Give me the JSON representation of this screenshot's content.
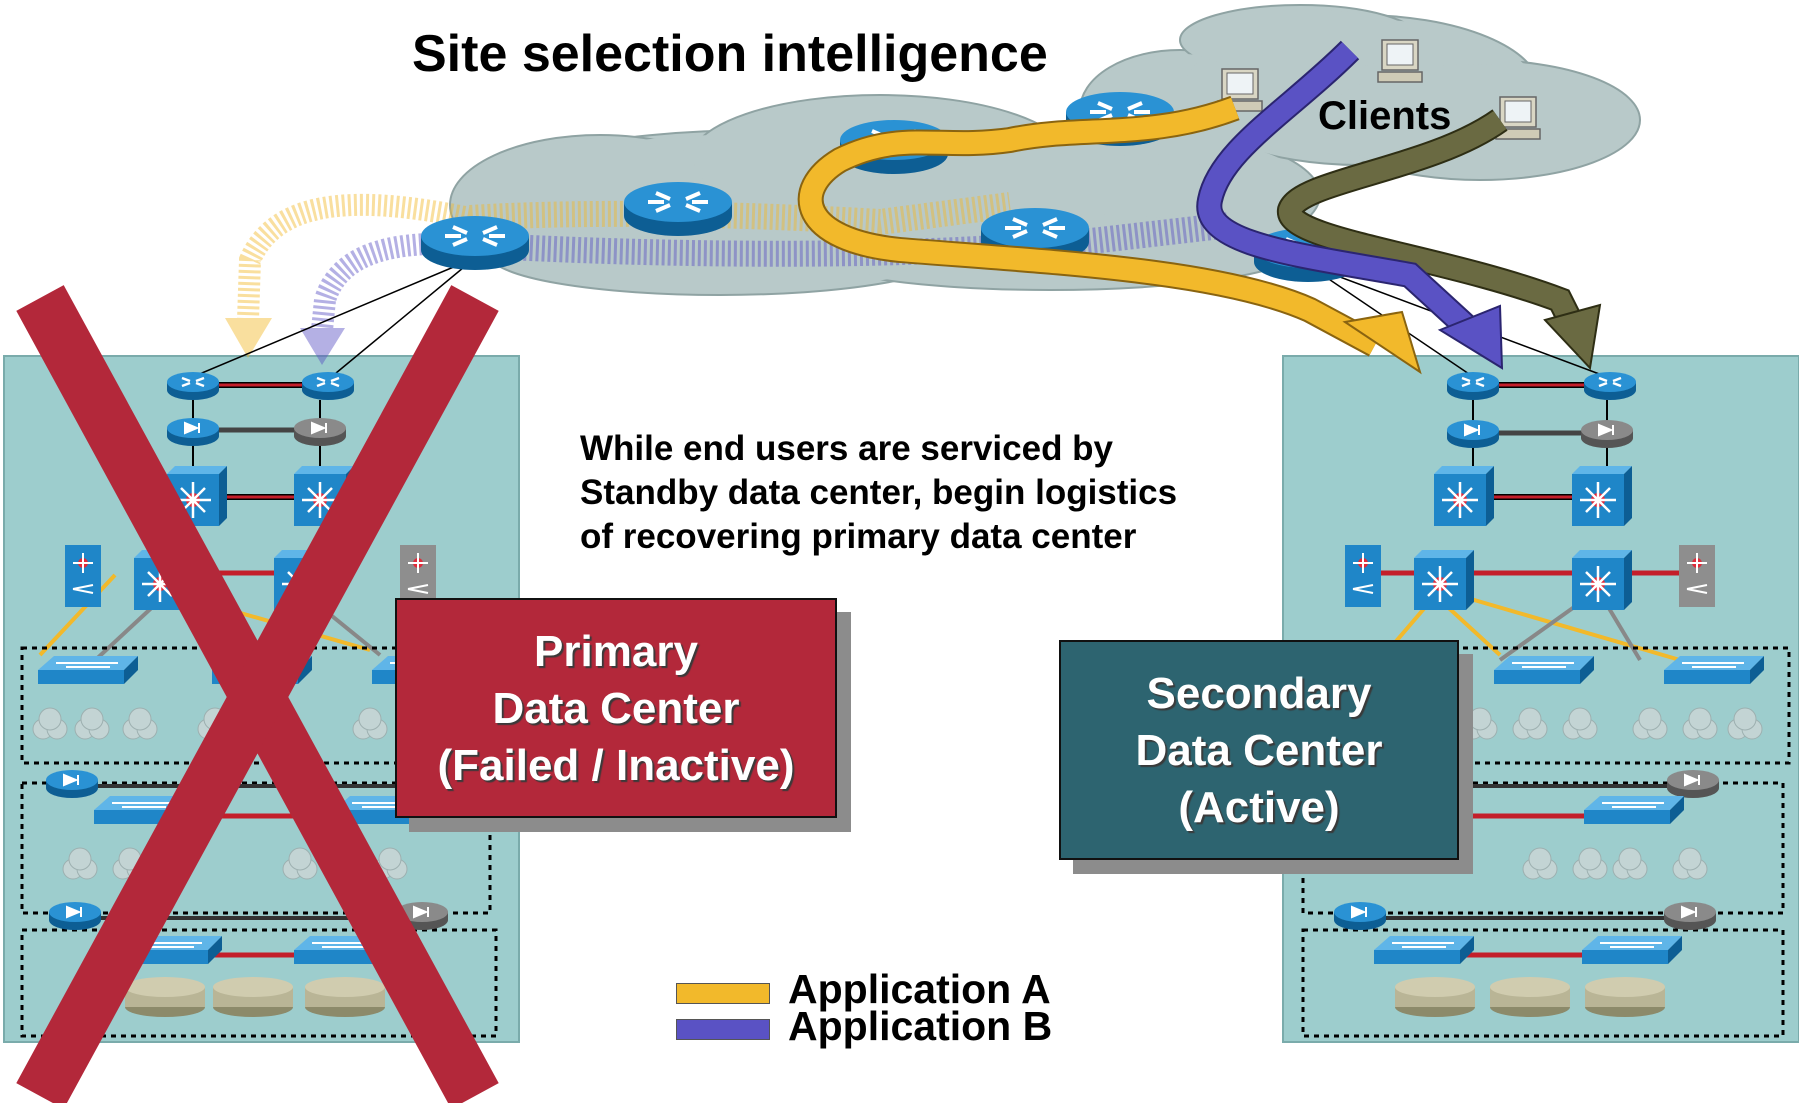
{
  "title": "Site selection intelligence",
  "clients_label": "Clients",
  "note_lines": [
    "While end users are serviced by",
    "Standby data center, begin logistics",
    "of recovering primary data center"
  ],
  "primary_box": {
    "line1": "Primary",
    "line2": "Data Center",
    "line3": "(Failed / Inactive)",
    "color": "#b3283a"
  },
  "secondary_box": {
    "line1": "Secondary",
    "line2": "Data Center",
    "line3": "(Active)",
    "color": "#2d6470"
  },
  "legend": [
    {
      "label": "Application A",
      "color": "#f2b92b"
    },
    {
      "label": "Application B",
      "color": "#5a52c4"
    }
  ],
  "colors": {
    "dc_background": "#9dcdcd",
    "cloud": "#b8c9c9",
    "failed_x": "#b3283a",
    "app_c": "#5f5f3a",
    "router": "#1f7fc0"
  }
}
